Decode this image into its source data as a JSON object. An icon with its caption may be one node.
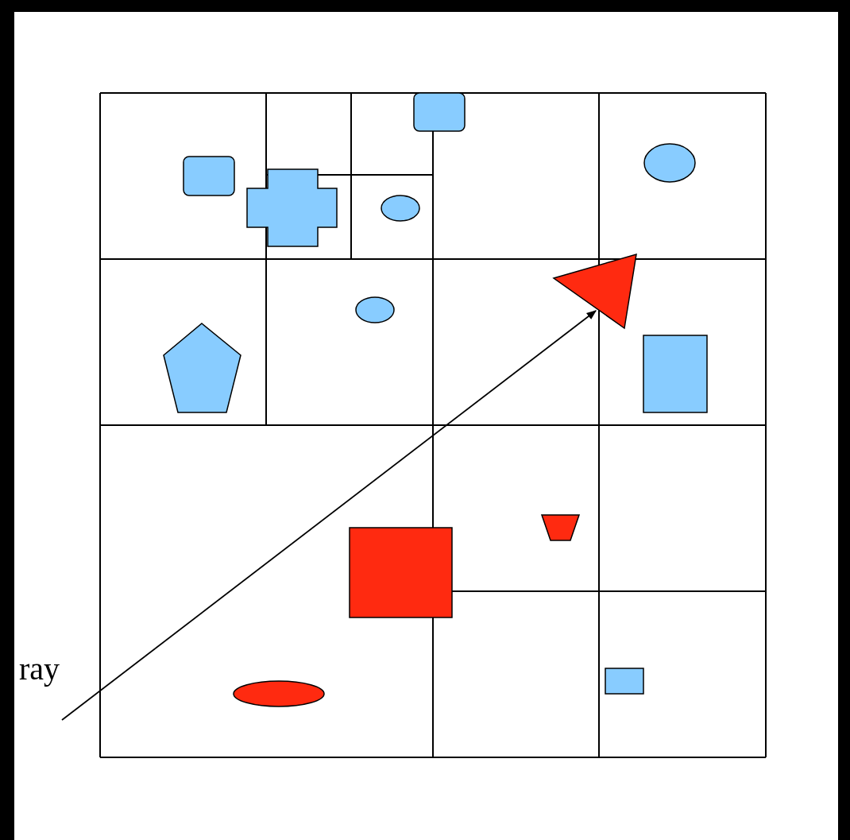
{
  "diagram": {
    "nodes": [
      {
        "text": [
          "ray"
        ]
      },
      {
        "text": [],
        "shape": "triangle"
      }
    ],
    "edges": [
      {
        "from": 0,
        "to": 1,
        "arrow": "to"
      }
    ]
  }
}
